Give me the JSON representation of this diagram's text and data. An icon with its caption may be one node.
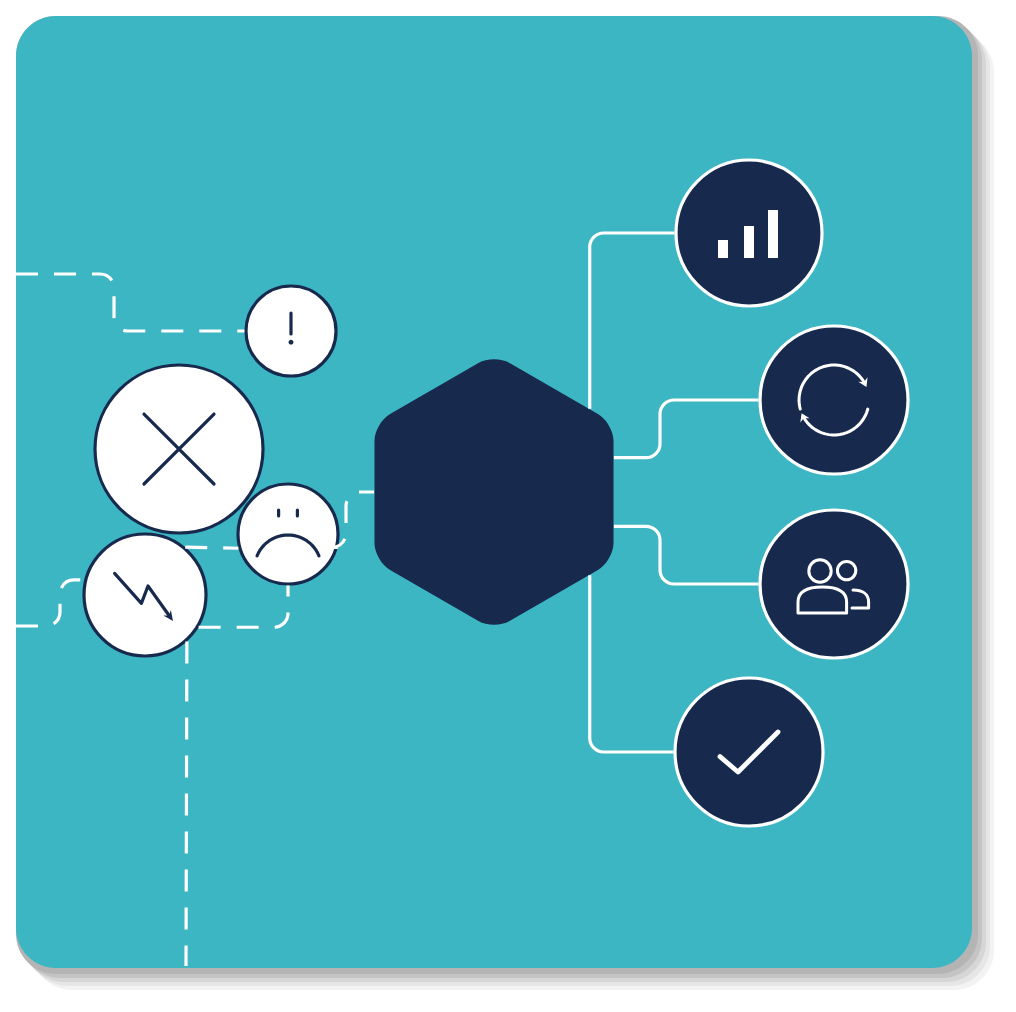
{
  "diagram": {
    "nodes": [
      {
        "text": [],
        "shape": "circle"
      },
      {
        "text": [],
        "shape": "circle"
      },
      {
        "text": [],
        "shape": "circle"
      },
      {
        "text": [],
        "shape": "circle"
      },
      {
        "text": [],
        "shape": "hexagon"
      },
      {
        "text": [],
        "shape": "circle"
      },
      {
        "text": [],
        "shape": "circle"
      },
      {
        "text": [],
        "shape": "circle"
      },
      {
        "text": [],
        "shape": "circle"
      }
    ],
    "edges": [
      {
        "from": null,
        "to": 0,
        "arrow": "none",
        "style": "dashed"
      },
      {
        "from": null,
        "to": 3,
        "arrow": "none",
        "style": "dashed"
      },
      {
        "from": 3,
        "to": 2,
        "arrow": "none",
        "style": "dashed"
      },
      {
        "from": 3,
        "to": 2,
        "arrow": "none",
        "style": "dashed"
      },
      {
        "from": 3,
        "to": null,
        "arrow": "none",
        "style": "dashed"
      },
      {
        "from": 2,
        "to": 4,
        "arrow": "none",
        "style": "dashed"
      },
      {
        "from": 4,
        "to": 5,
        "arrow": "none"
      },
      {
        "from": 4,
        "to": 6,
        "arrow": "none"
      },
      {
        "from": 4,
        "to": 7,
        "arrow": "none"
      },
      {
        "from": 4,
        "to": 8,
        "arrow": "none"
      }
    ]
  }
}
